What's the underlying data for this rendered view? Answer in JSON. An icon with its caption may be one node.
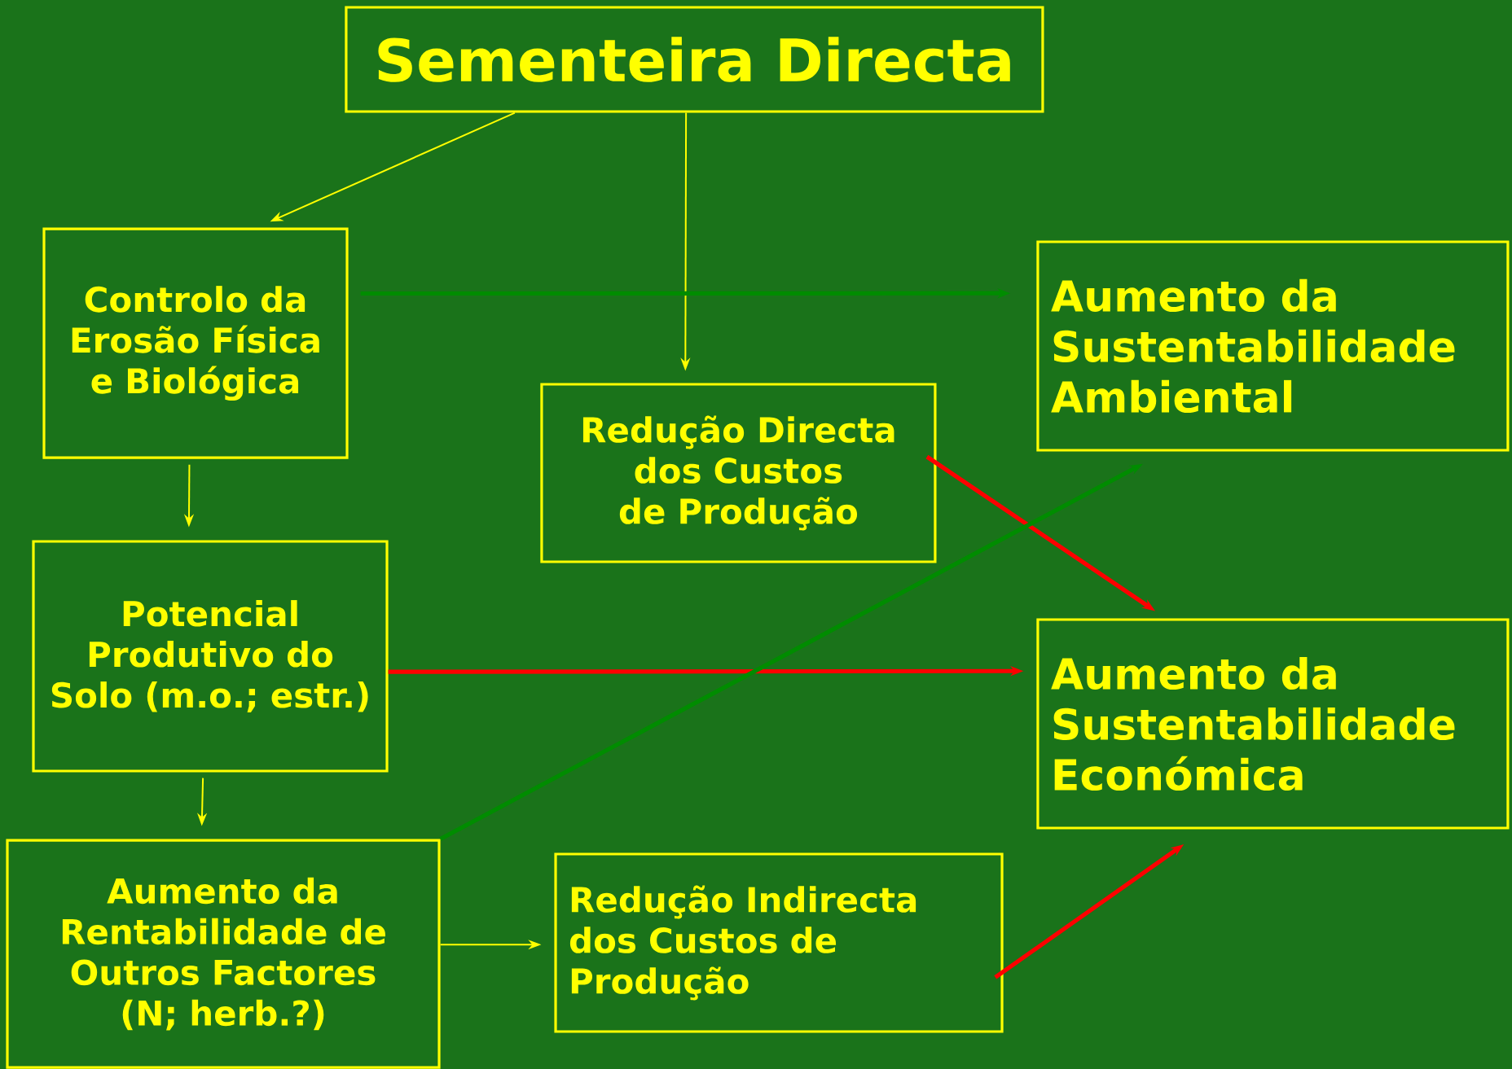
{
  "diagram": {
    "nodes": [
      {
        "text": [
          "Sementeira Directa"
        ]
      },
      {
        "text": [
          "Controlo da Erosão Física e Biológica"
        ]
      },
      {
        "text": [
          "Aumento da Sustentabilidade Ambiental"
        ]
      },
      {
        "text": [
          "Redução Directa dos Custos de Produção"
        ]
      },
      {
        "text": [
          "Potencial Produtivo do Solo (m.o.; estr.)"
        ]
      },
      {
        "text": [
          "Aumento da Sustentabilidade Económica"
        ]
      },
      {
        "text": [
          "Aumento da Rentabilidade de Outros Factores (N; herb.?)"
        ]
      },
      {
        "text": [
          "Redução Indirecta dos Custos de Produção"
        ]
      }
    ],
    "edges": [
      {
        "from": 0,
        "to": 1,
        "arrow": "to"
      },
      {
        "from": 0,
        "to": 3,
        "arrow": "to"
      },
      {
        "from": 1,
        "to": 2,
        "arrow": "to",
        "style": "thick",
        "color": "#008c00"
      },
      {
        "from": 1,
        "to": 4,
        "arrow": "to"
      },
      {
        "from": 3,
        "to": 5,
        "arrow": "to",
        "style": "thick",
        "color": "#ff0000"
      },
      {
        "from": 4,
        "to": 5,
        "arrow": "to",
        "style": "thick",
        "color": "#ff0000"
      },
      {
        "from": 4,
        "to": 6,
        "arrow": "to"
      },
      {
        "from": 6,
        "to": 2,
        "arrow": "to",
        "style": "thick",
        "color": "#008c00"
      },
      {
        "from": 6,
        "to": 7,
        "arrow": "to"
      },
      {
        "from": 7,
        "to": 5,
        "arrow": "to",
        "style": "thick",
        "color": "#ff0000"
      }
    ]
  }
}
